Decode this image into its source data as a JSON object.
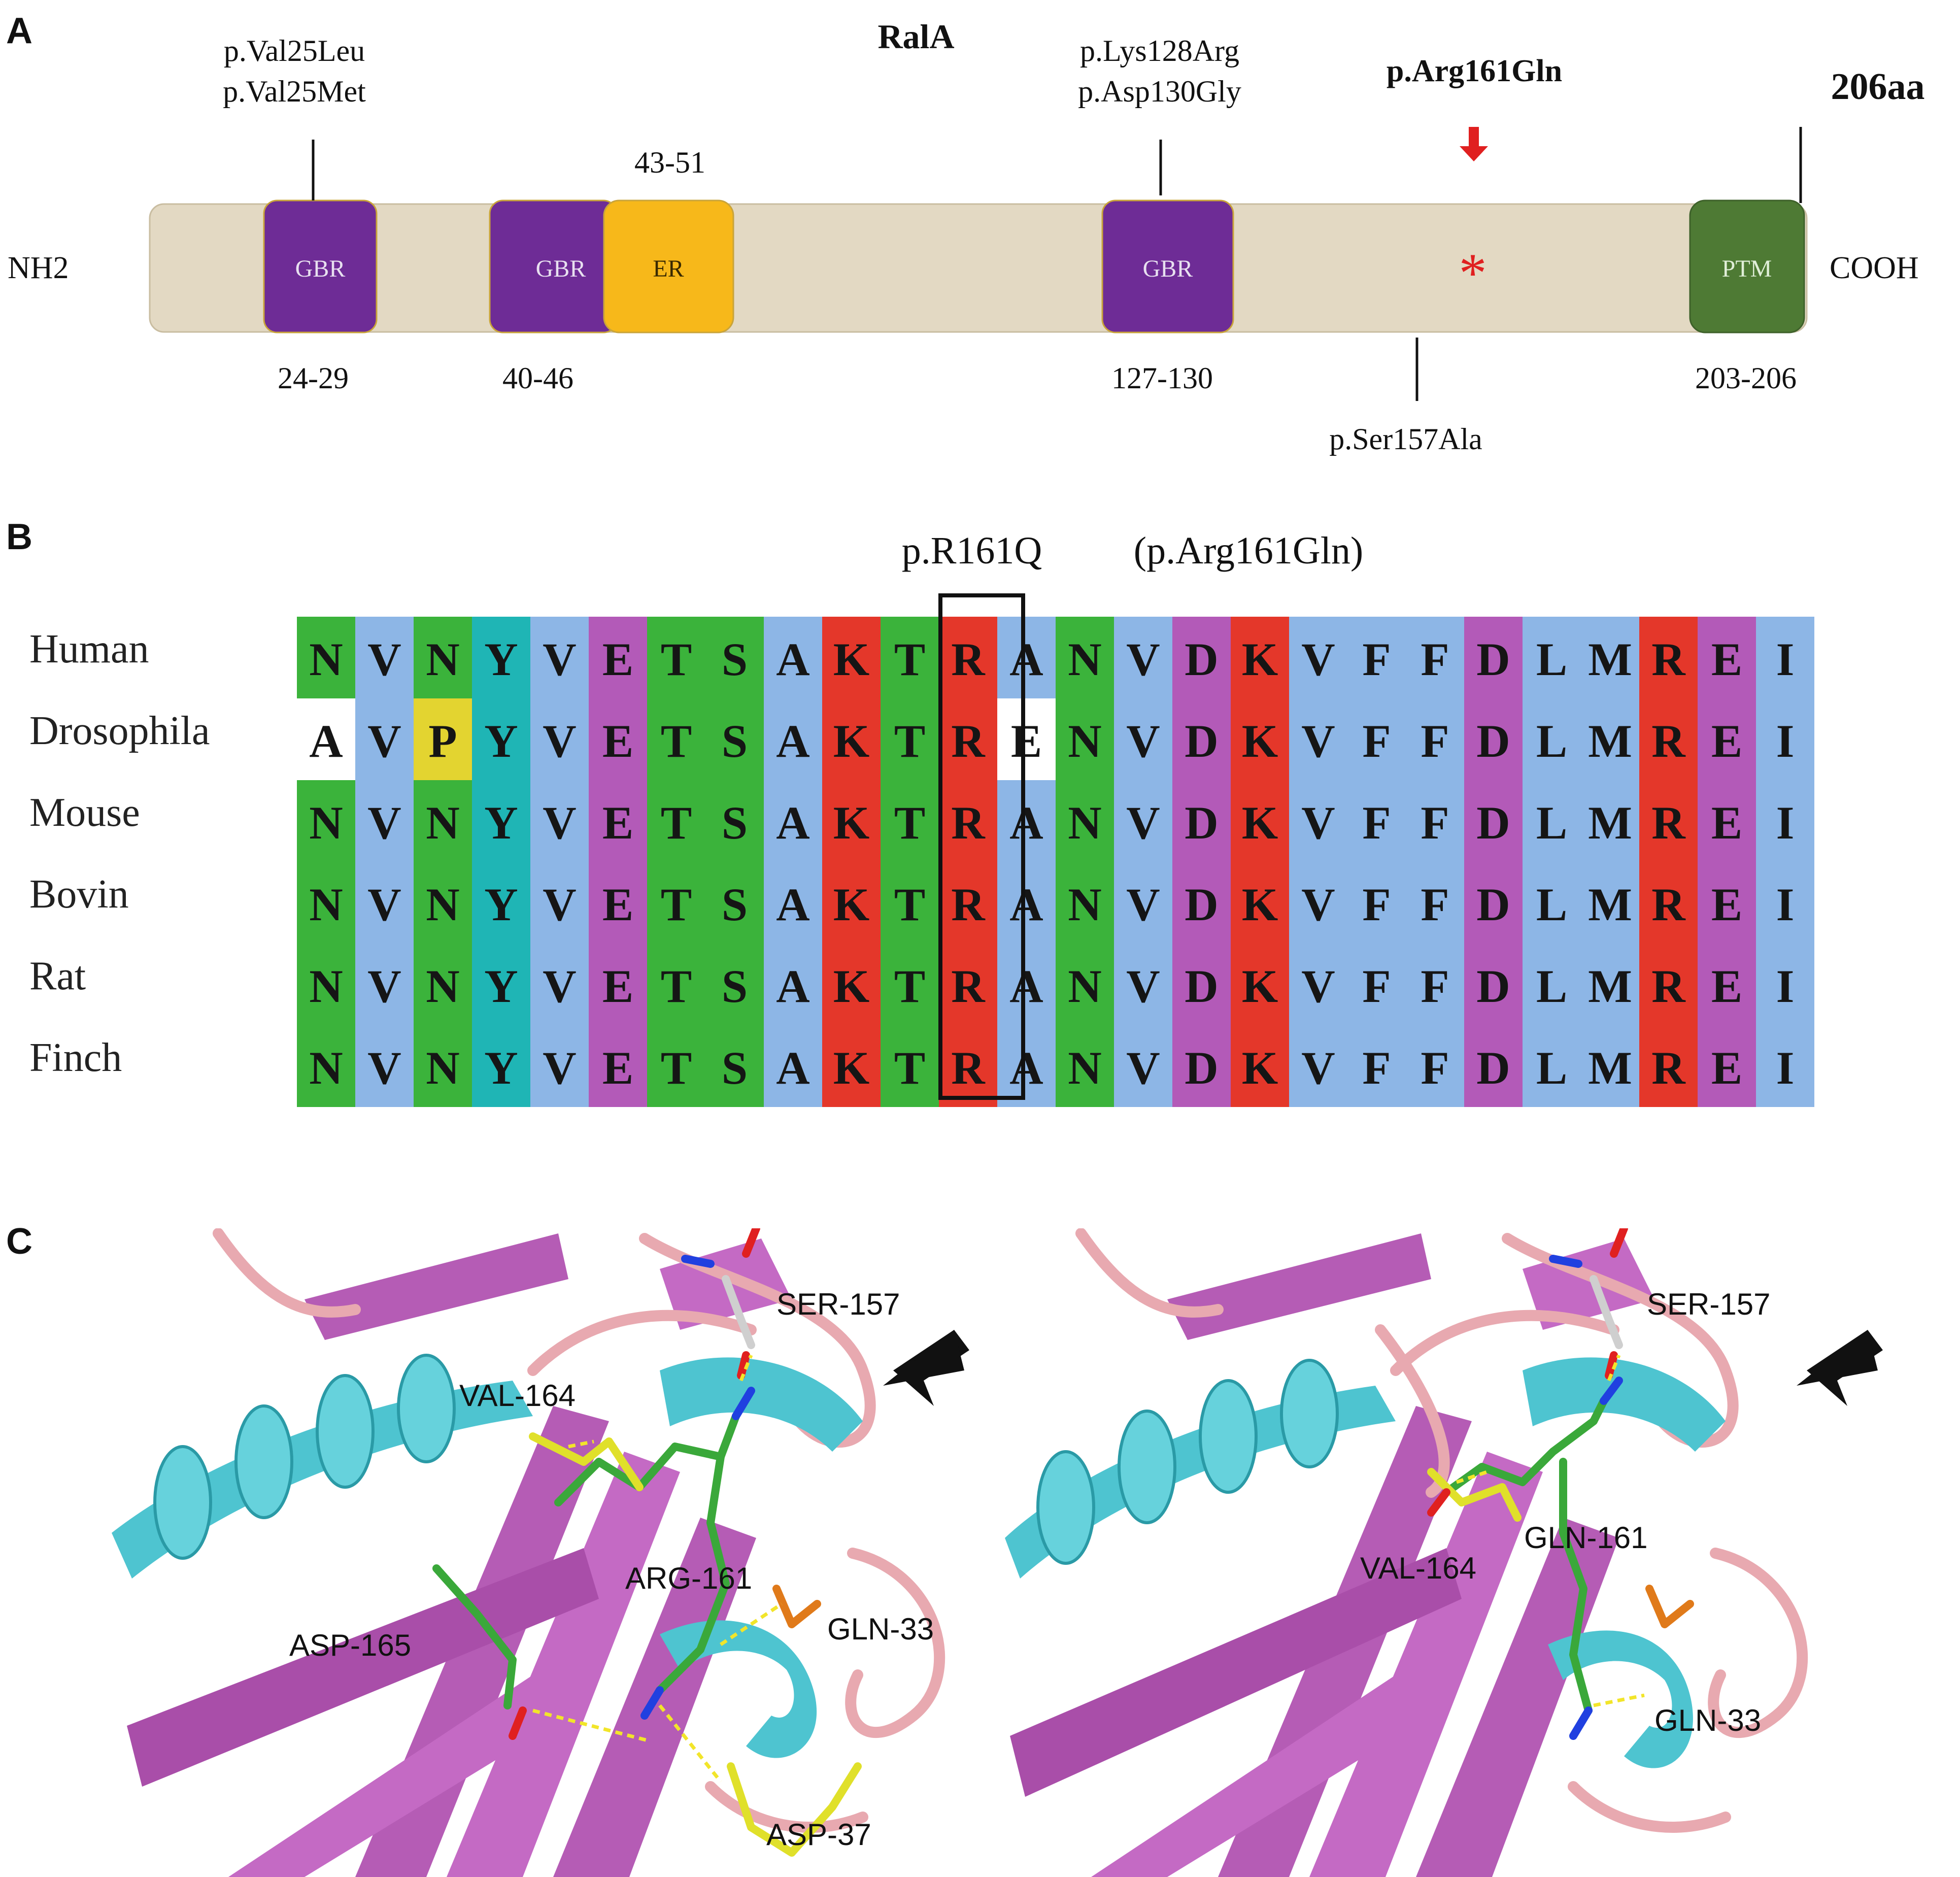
{
  "panel_a": {
    "letter": "A",
    "protein_name": "RalA",
    "length_label": "206aa",
    "n_term": "NH2",
    "c_term": "COOH",
    "domains": [
      {
        "id": "gbr1",
        "label": "GBR",
        "range": "24-29",
        "color": "#6e2c96"
      },
      {
        "id": "gbr2",
        "label": "GBR",
        "range": "40-46",
        "color": "#6e2c96"
      },
      {
        "id": "er",
        "label": "ER",
        "range": "43-51",
        "color": "#f7b81a"
      },
      {
        "id": "gbr3",
        "label": "GBR",
        "range": "127-130",
        "color": "#6e2c96"
      },
      {
        "id": "ptm",
        "label": "PTM",
        "range": "203-206",
        "color": "#4e7a34"
      }
    ],
    "mutations": {
      "val25": [
        "p.Val25Leu",
        "p.Val25Met"
      ],
      "lys128": [
        "p.Lys128Arg",
        "p.Asp130Gly"
      ],
      "arg161": "p.Arg161Gln",
      "ser157": "p.Ser157Ala",
      "asterisk": "*"
    },
    "bar_color": "#e3d9c3",
    "highlight_color": "#e02020"
  },
  "panel_b": {
    "letter": "B",
    "mutation_short": "p.R161Q",
    "mutation_long": "(p.Arg161Gln)",
    "species": [
      "Human",
      "Drosophila",
      "Mouse",
      "Bovin",
      "Rat",
      "Finch"
    ],
    "sequences": [
      "NVNYVETSAKTRANVDKVFFDLMREI",
      "AVPYVETSAKTRENVDKVFFDLMREI",
      "NVNYVETSAKTRANVDKVFFDLMREI",
      "NVNYVETSAKTRANVDKVFFDLMREI",
      "NVNYVETSAKTRANVDKVFFDLMREI",
      "NVNYVETSAKTRANVDKVFFDLMREI"
    ],
    "highlight_column": 11,
    "residue_colors": {
      "N": "#3bb33b",
      "T": "#3bb33b",
      "S": "#3bb33b",
      "V": "#8db6e6",
      "A": "#8db6e6",
      "L": "#8db6e6",
      "M": "#8db6e6",
      "F": "#8db6e6",
      "I": "#8db6e6",
      "Y": "#1fb5b5",
      "E": "#b35ab8",
      "D": "#b35ab8",
      "K": "#e4372a",
      "R": "#e4372a",
      "P": "#e3d430"
    },
    "unshaded_cells": [
      [
        1,
        0
      ],
      [
        1,
        12
      ]
    ]
  },
  "panel_c": {
    "letter": "C",
    "left_labels": [
      "SER-157",
      "VAL-164",
      "ARG-161",
      "ASP-165",
      "GLN-33",
      "ASP-37"
    ],
    "right_labels": [
      "SER-157",
      "GLN-161",
      "VAL-164",
      "GLN-33"
    ]
  }
}
